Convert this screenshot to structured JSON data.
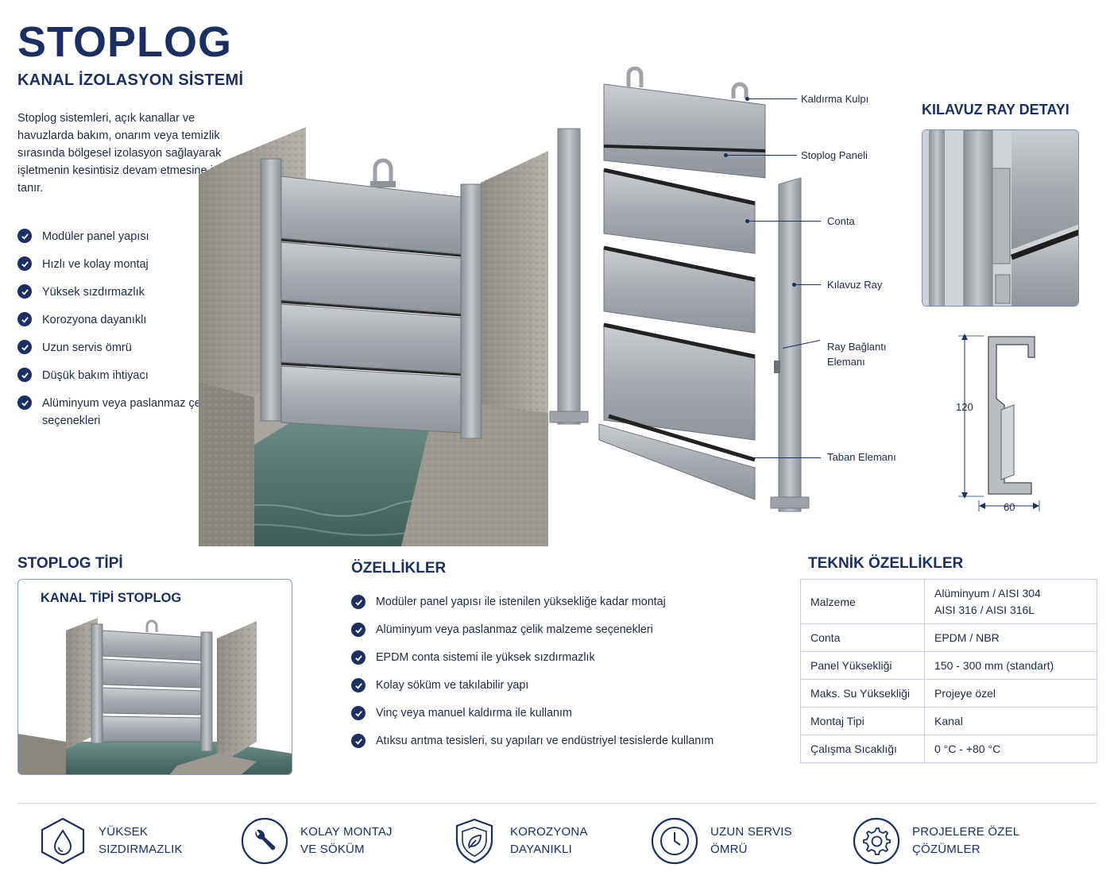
{
  "header": {
    "title": "STOPLOG",
    "subtitle": "KANAL İZOLASYON SİSTEMİ",
    "intro": "Stoplog sistemleri, açık kanallar ve havuzlarda bakım, onarım veya temizlik sırasında bölgesel izolasyon sağlayarak işletmenin kesintisiz devam etmesine imkan tanır."
  },
  "benefits": [
    "Modüler panel yapısı",
    "Hızlı ve kolay montaj",
    "Yüksek sızdırmazlık",
    "Korozyona dayanıklı",
    "Uzun servis ömrü",
    "Düşük bakım ihtiyacı",
    "Alüminyum veya paslanmaz çelik seçenekleri"
  ],
  "exploded_labels": {
    "lifting_lug": "Kaldırma Kulpı",
    "panel": "Stoplog Paneli",
    "seal": "Conta",
    "guide_rail": "Kılavuz Ray",
    "rail_connector_1": "Ray Bağlantı",
    "rail_connector_2": "Elemanı",
    "base_element": "Taban Elemanı"
  },
  "rail_detail": {
    "title": "KILAVUZ RAY DETAYI",
    "height_dim": "120",
    "width_dim": "60"
  },
  "stoplog_type": {
    "section_title": "STOPLOG TİPİ",
    "card_title": "KANAL TİPİ STOPLOG"
  },
  "features": {
    "title": "ÖZELLİKLER",
    "items": [
      "Modüler panel yapısı ile istenilen yüksekliğe kadar montaj",
      "Alüminyum veya paslanmaz çelik malzeme seçenekleri",
      "EPDM conta sistemi ile yüksek sızdırmazlık",
      "Kolay söküm ve takılabilir yapı",
      "Vinç veya manuel kaldırma ile kullanım",
      "Atıksu arıtma tesisleri, su yapıları ve endüstriyel tesislerde kullanım"
    ]
  },
  "tech_specs": {
    "title": "TEKNİK ÖZELLİKLER",
    "rows": [
      {
        "key": "Malzeme",
        "value": "Alüminyum / AISI 304",
        "value2": "AISI 316 / AISI 316L"
      },
      {
        "key": "Conta",
        "value": "EPDM / NBR"
      },
      {
        "key": "Panel Yüksekliği",
        "value": "150 - 300 mm (standart)"
      },
      {
        "key": "Maks. Su Yüksekliği",
        "value": "Projeye özel"
      },
      {
        "key": "Montaj Tipi",
        "value": "Kanal"
      },
      {
        "key": "Çalışma Sıcaklığı",
        "value": "0 °C - +80 °C"
      }
    ]
  },
  "bottom_badges": [
    {
      "line1": "YÜKSEK",
      "line2": "SIZDIRMAZLIK",
      "icon": "water-drop-icon"
    },
    {
      "line1": "KOLAY MONTAJ",
      "line2": "VE SÖKÜM",
      "icon": "wrench-icon"
    },
    {
      "line1": "KOROZYONA",
      "line2": "DAYANIKLI",
      "icon": "shield-leaf-icon"
    },
    {
      "line1": "UZUN SERVIS",
      "line2": "ÖMRÜ",
      "icon": "clock-icon"
    },
    {
      "line1": "PROJELERE ÖZEL",
      "line2": "ÇÖZÜMLER",
      "icon": "gear-icon"
    }
  ],
  "colors": {
    "navy": "#1c2f63",
    "metal": "#a9adb3",
    "concrete": "#9a9790",
    "water": "#5b7a76"
  }
}
